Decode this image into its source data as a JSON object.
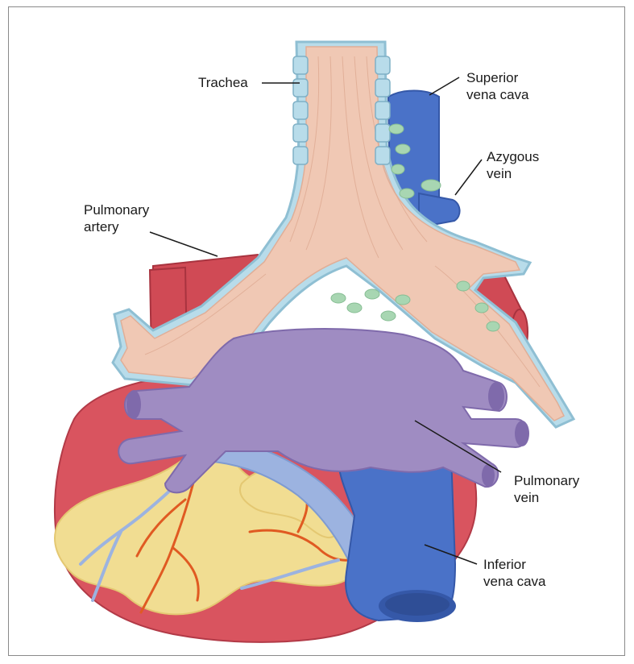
{
  "labels": {
    "trachea": "Trachea",
    "superior_vena_cava": "Superior\nvena cava",
    "azygous_vein": "Azygous\nvein",
    "pulmonary_artery": "Pulmonary\nartery",
    "pulmonary_vein": "Pulmonary\nvein",
    "inferior_vena_cava": "Inferior\nvena cava"
  },
  "colors": {
    "heart": "#d9545f",
    "heart_outline": "#b23a47",
    "fat": "#f1dd92",
    "coronary_artery": "#e05a22",
    "coronary_vein": "#9cb3e0",
    "vena_cava": "#4a72c8",
    "pulmonary_vein": "#9f8cc2",
    "pulmonary_artery": "#d04a55",
    "trachea": "#f0c8b4",
    "cartilage": "#b8dcea",
    "lymph_node": "#a8d6b2"
  }
}
